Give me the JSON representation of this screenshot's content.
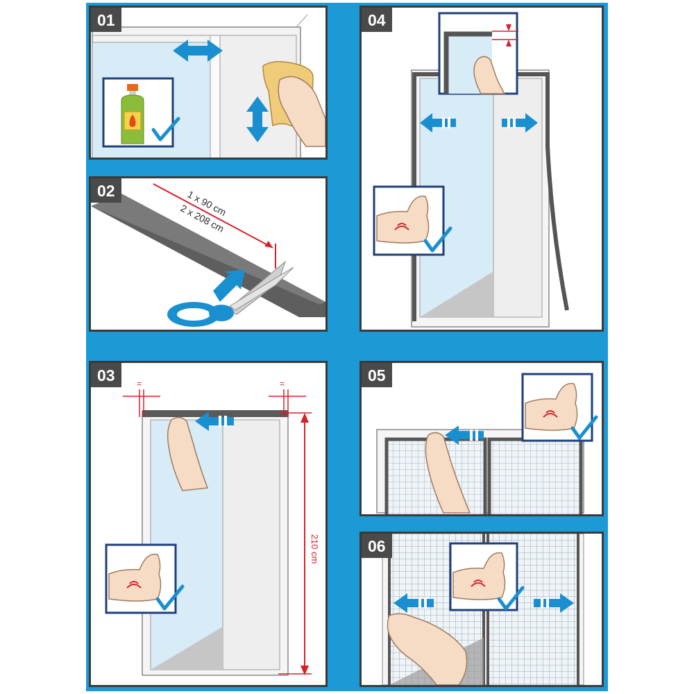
{
  "steps": {
    "s01": "01",
    "s02": "02",
    "s03": "03",
    "s04": "04",
    "s05": "05",
    "s06": "06"
  },
  "dimensions": {
    "tape_short": "1 x 90 cm",
    "tape_long": "2 x 208 cm",
    "height": "210 cm",
    "equal_mark": "="
  },
  "colors": {
    "background_blue": "#1b9ad6",
    "arrow_blue": "#1a8fd0",
    "measure_red": "#d6202a",
    "label_gray": "#4a4a4a",
    "glass": "#d8ecf7"
  },
  "icons": [
    "double-arrow-icon",
    "cleaning-spray-icon",
    "checkmark-icon",
    "cloth-hand-icon",
    "scissors-icon",
    "velcro-tape-icon",
    "flexed-arm-icon",
    "pinch-hand-icon",
    "mesh-screen-icon"
  ]
}
